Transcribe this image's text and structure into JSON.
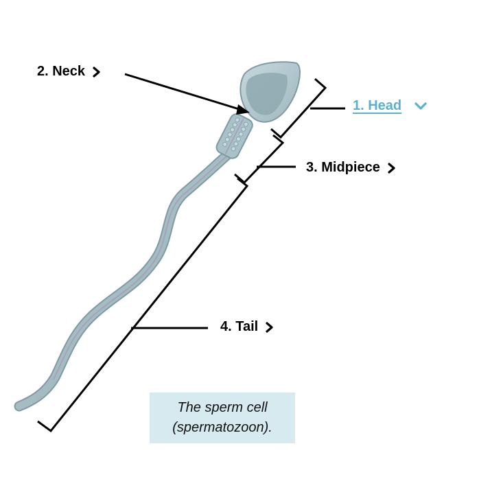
{
  "labels": {
    "neck": "2. Neck",
    "head": "1. Head",
    "midpiece": "3. Midpiece",
    "tail": "4. Tail"
  },
  "active_label": "head",
  "caption": {
    "line1": "The sperm cell",
    "line2": "(spermatozoon)."
  },
  "icons": {
    "collapsed": "chevron-right-icon",
    "expanded": "chevron-down-icon"
  },
  "colors": {
    "active_label": "#5bb2c8",
    "caption_bg": "#d6eaf0",
    "cell_body": "#a9c1c8",
    "cell_outline": "#7f9aa3",
    "nucleus": "#8fa9b0",
    "lines": "#000000"
  }
}
